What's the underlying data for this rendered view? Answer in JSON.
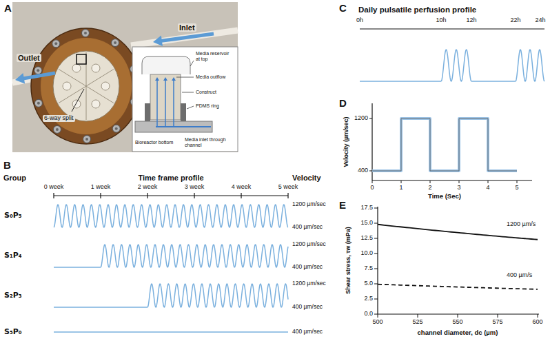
{
  "diagram": {
    "labels": [
      "A",
      "Inlet",
      "Outlet",
      "6-way split",
      "Media reservoir at top",
      "Media outflow",
      "Construct",
      "PDMS ring",
      "Bioreactor bottom",
      "Media inlet through channel",
      "B",
      "Group",
      "Time frame profile",
      "Velocity",
      "0 week",
      "1 week",
      "2 week",
      "3 week",
      "4 week",
      "5 week",
      "S₀P₅",
      "1200 µm/sec",
      "400 µm/sec",
      "S₁P₄",
      "1200 µm/sec",
      "400 µm/sec",
      "S₂P₃",
      "1200 µm/sec",
      "400 µm/sec",
      "S₅P₀",
      "400 µm/sec",
      "C",
      "Daily pulsatile perfusion profile",
      "0h",
      "10h",
      "12h",
      "22h",
      "24h",
      "D",
      "1200",
      "400",
      "0",
      "1",
      "2",
      "3",
      "4",
      "5",
      "Velocity (µm/sec)",
      "Time (Sec)",
      "E",
      "0.0",
      "2.5",
      "5.0",
      "7.5",
      "10.0",
      "12.5",
      "15.0",
      "17.5",
      "500",
      "525",
      "550",
      "575",
      "600",
      "Shear stress, τw (mPa)",
      "channel diameter, dc (µm)",
      "1200 µm/s",
      "400 µm/s"
    ]
  }
}
